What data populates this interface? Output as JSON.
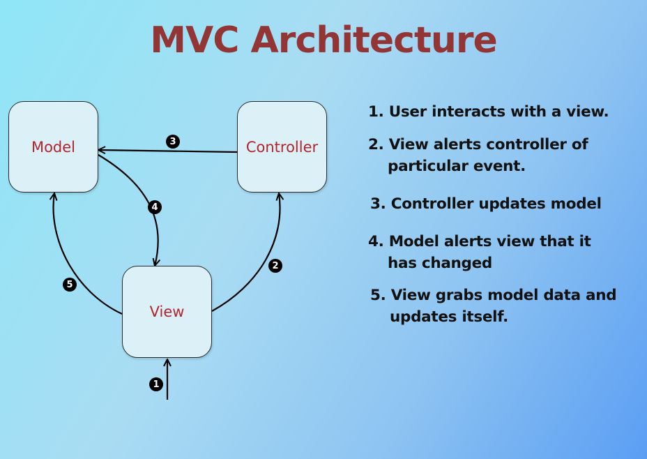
{
  "title": "MVC Architecture",
  "nodes": {
    "model": "Model",
    "controller": "Controller",
    "view": "View"
  },
  "badges": {
    "b1": "1",
    "b2": "2",
    "b3": "3",
    "b4": "4",
    "b5": "5"
  },
  "steps": [
    {
      "line1": "1. User interacts with a view.",
      "line2": ""
    },
    {
      "line1": "2. View alerts controller of",
      "line2": "particular  event."
    },
    {
      "line1": "3. Controller updates model",
      "line2": ""
    },
    {
      "line1": "4. Model alerts view that it",
      "line2": "has changed"
    },
    {
      "line1": "5. View grabs model data and",
      "line2": "updates itself."
    }
  ]
}
